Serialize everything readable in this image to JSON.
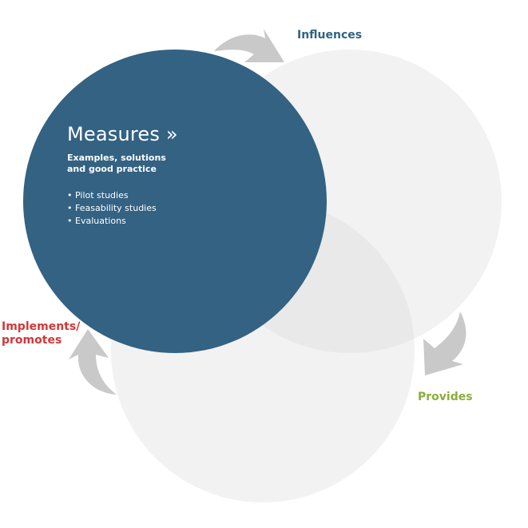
{
  "colors": {
    "main_circle": "#336283",
    "light_circle": "#f2f2f2",
    "arrow": "#c9c9c9",
    "influences": "#336283",
    "provides": "#8aae3c",
    "implements": "#d0383a"
  },
  "labels": {
    "influences": "Influences",
    "provides": "Provides",
    "implements_line1": "Implements/",
    "implements_line2": "promotes"
  },
  "measures": {
    "title": "Measures »",
    "subtitle": "Examples, solutions and good practice",
    "items": [
      "Pilot studies",
      "Feasability studies",
      "Evaluations"
    ]
  }
}
